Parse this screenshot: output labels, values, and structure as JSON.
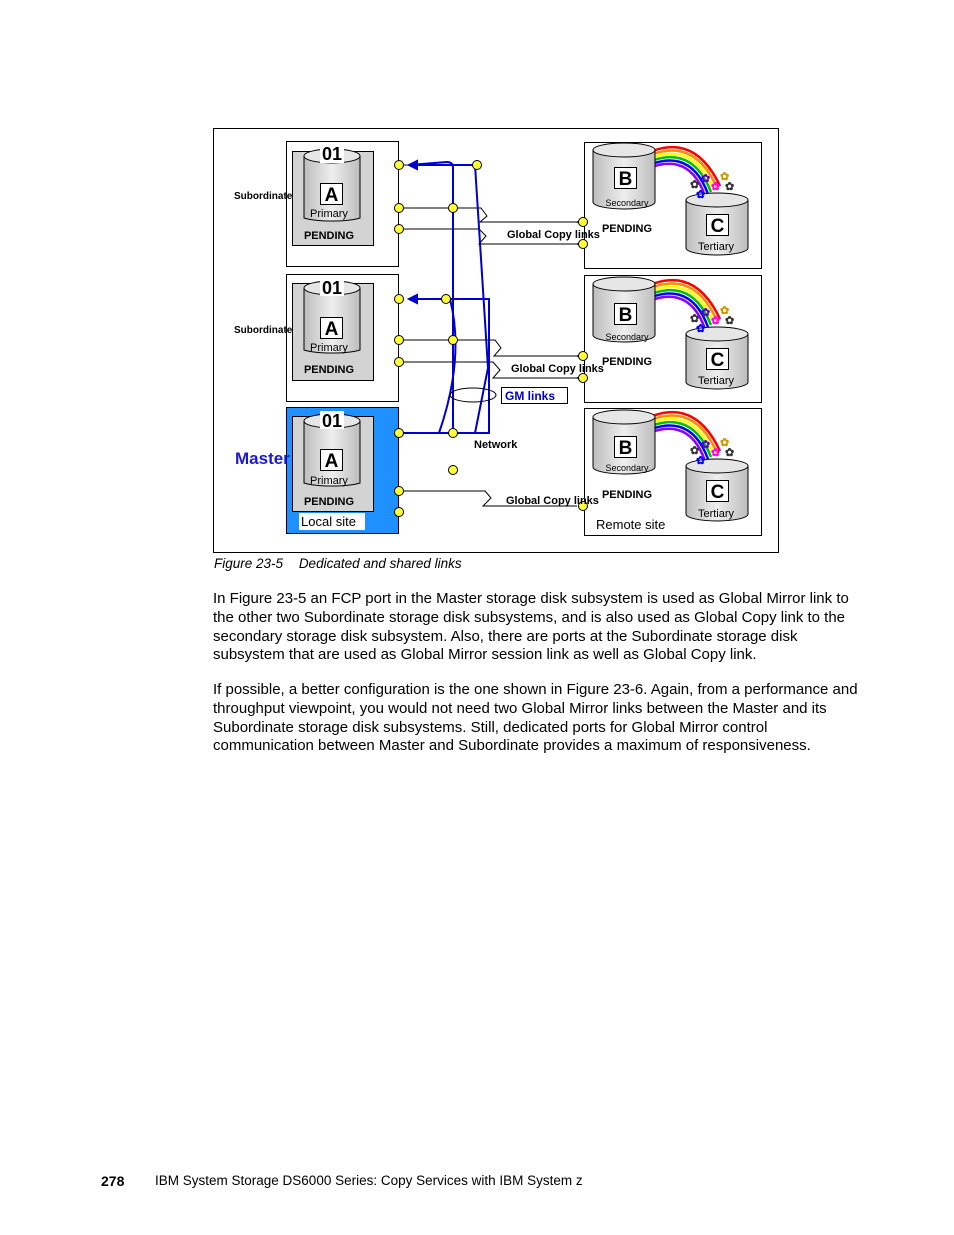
{
  "figure": {
    "caption_label": "Figure 23-5",
    "caption_text": "Dedicated and shared links",
    "local": {
      "site_label": "Local site",
      "boxes": [
        {
          "volume_id": "01",
          "letter": "A",
          "role": "Primary",
          "state": "PENDING",
          "side_label": "Subordinate"
        },
        {
          "volume_id": "01",
          "letter": "A",
          "role": "Primary",
          "state": "PENDING",
          "side_label": "Subordinate"
        },
        {
          "volume_id": "01",
          "letter": "A",
          "role": "Primary",
          "state": "PENDING",
          "side_label": "Master"
        }
      ]
    },
    "remote": {
      "site_label": "Remote site",
      "boxes": [
        {
          "secondary_letter": "B",
          "secondary_label": "Secondary",
          "tertiary_letter": "C",
          "tertiary_label": "Tertiary",
          "state": "PENDING"
        },
        {
          "secondary_letter": "B",
          "secondary_label": "Secondary",
          "tertiary_letter": "C",
          "tertiary_label": "Tertiary",
          "state": "PENDING"
        },
        {
          "secondary_letter": "B",
          "secondary_label": "Secondary",
          "tertiary_letter": "C",
          "tertiary_label": "Tertiary",
          "state": "PENDING"
        }
      ]
    },
    "links": {
      "global_copy_label": "Global Copy links",
      "gm_links_label": "GM links",
      "network_label": "Network"
    },
    "colors": {
      "master_background": "#1E90FF",
      "gm_link_color": "#0000CC",
      "port_color": "#FFFF33"
    }
  },
  "body": {
    "paragraph1": "In Figure 23-5 an FCP port in the Master storage disk subsystem is used as Global Mirror link to the other two Subordinate storage disk subsystems, and is also used as Global Copy link to the secondary storage disk subsystem. Also, there are ports at the Subordinate storage disk subsystem that are used as Global Mirror session link as well as Global Copy link.",
    "paragraph2": "If possible, a better configuration is the one shown in Figure 23-6. Again, from a performance and throughput viewpoint, you would not need two Global Mirror links between the Master and its Subordinate storage disk subsystems. Still, dedicated ports for Global Mirror control communication between Master and Subordinate provides a maximum of responsiveness."
  },
  "footer": {
    "page_number": "278",
    "running_title": "IBM System Storage DS6000 Series: Copy Services with IBM System z"
  }
}
